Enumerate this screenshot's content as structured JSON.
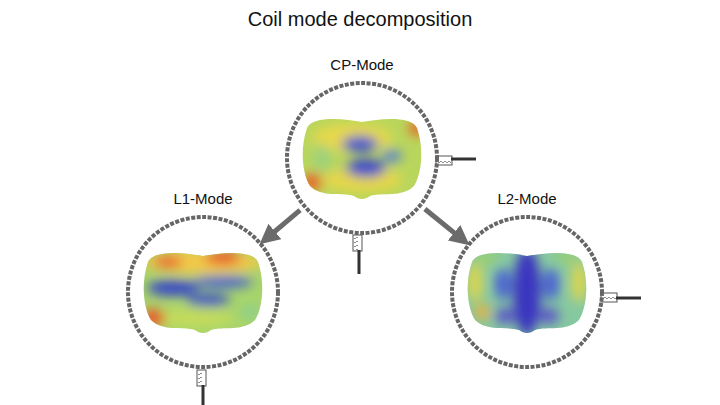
{
  "diagram": {
    "title": "Coil mode decomposition",
    "nodes": [
      {
        "text": [
          "CP-Mode"
        ]
      },
      {
        "text": [
          "L1-Mode"
        ]
      },
      {
        "text": [
          "L2-Mode"
        ]
      }
    ],
    "edges": [
      {
        "from": 0,
        "to": 1,
        "arrow": "to"
      },
      {
        "from": 0,
        "to": 2,
        "arrow": "to"
      }
    ]
  }
}
